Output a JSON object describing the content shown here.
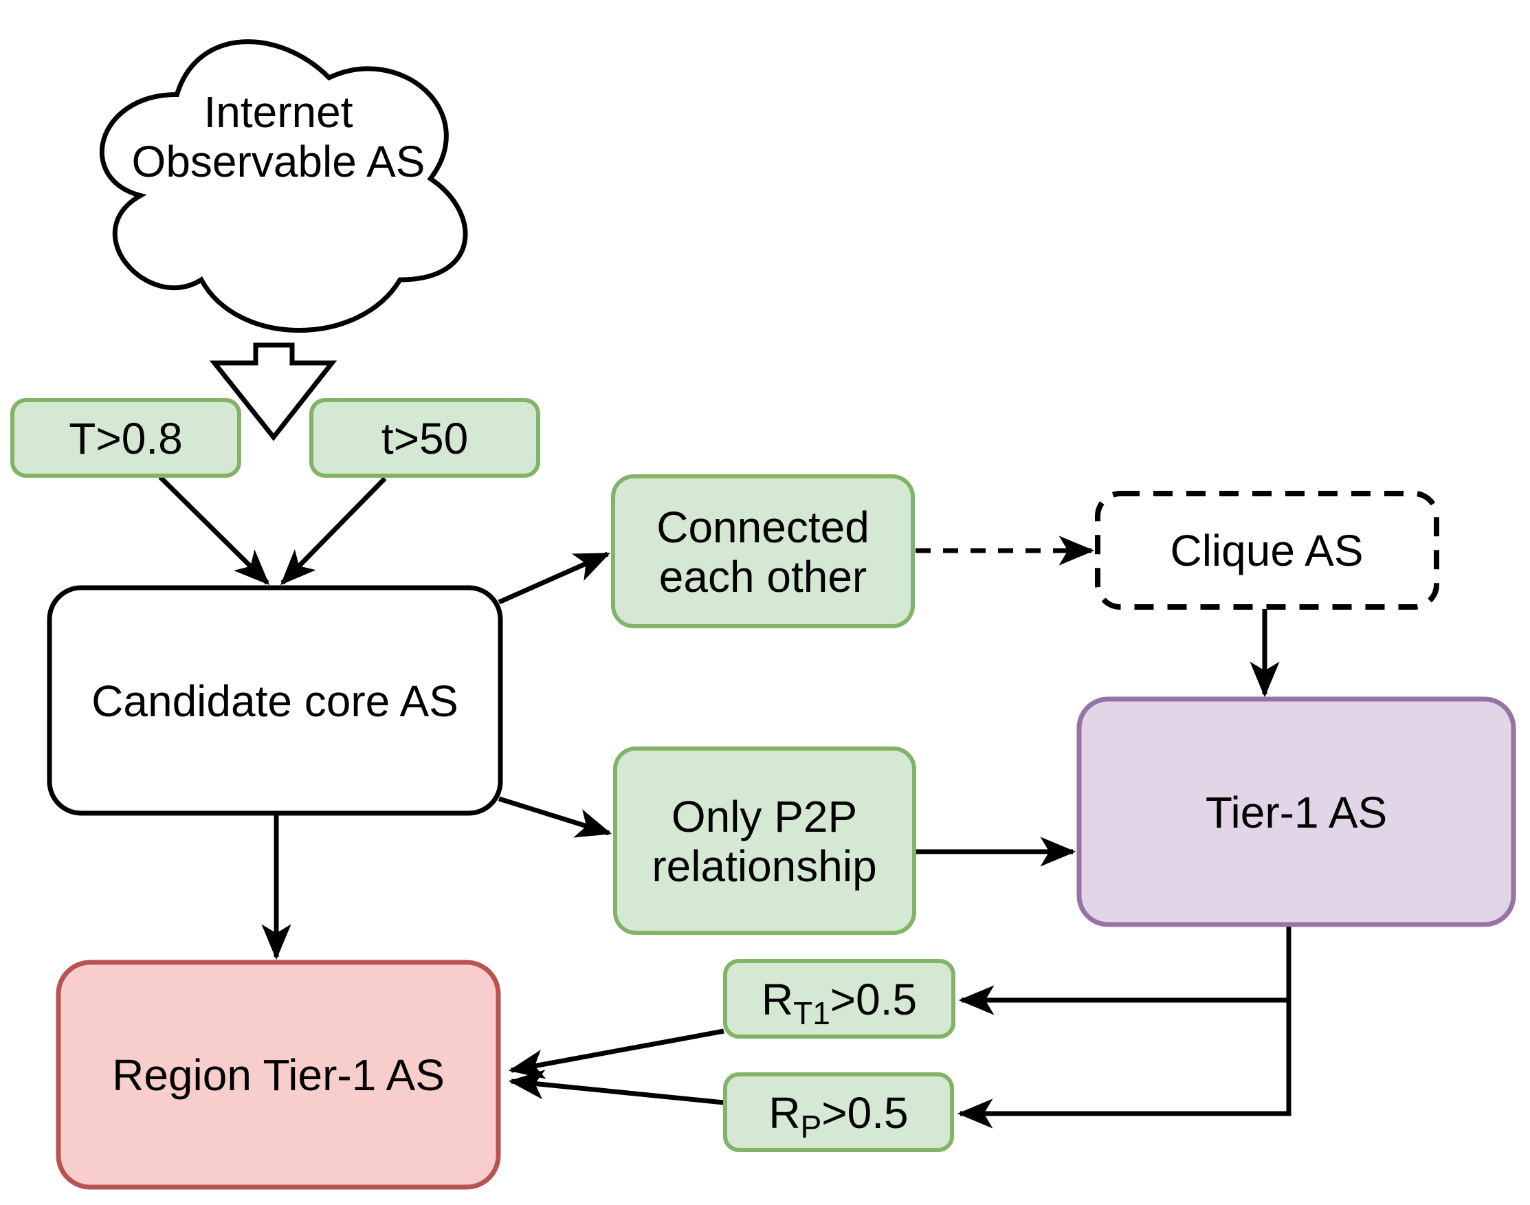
{
  "diagram": {
    "type": "flowchart",
    "background": "#ffffff",
    "colors": {
      "green_fill": "#d5e8d4",
      "green_stroke": "#82b366",
      "purple_fill": "#e1d5e7",
      "purple_stroke": "#9673a6",
      "red_fill": "#f8cecc",
      "red_stroke": "#b85450",
      "node_fill": "#ffffff",
      "line": "#000000"
    },
    "nodes": {
      "cloud": {
        "line1": "Internet",
        "line2": "Observable AS",
        "shape": "cloud"
      },
      "threshold_T": {
        "label": "T>0.8",
        "shape": "rounded-rect-green"
      },
      "threshold_t": {
        "label": "t>50",
        "shape": "rounded-rect-green"
      },
      "candidate": {
        "label": "Candidate core AS",
        "shape": "rounded-rect-white"
      },
      "connected": {
        "line1": "Connected",
        "line2": "each other",
        "shape": "rounded-rect-green"
      },
      "clique": {
        "label": "Clique AS",
        "shape": "rounded-rect-dashed"
      },
      "tier1": {
        "label": "Tier-1 AS",
        "shape": "rounded-rect-purple"
      },
      "p2p": {
        "line1": "Only P2P",
        "line2": "relationship",
        "shape": "rounded-rect-green"
      },
      "region": {
        "label": "Region Tier-1 AS",
        "shape": "rounded-rect-red"
      },
      "rt1": {
        "base": "R",
        "sub": "T1",
        "rest": ">0.5",
        "shape": "rounded-rect-green"
      },
      "rp": {
        "base": "R",
        "sub": "P",
        "rest": ">0.5",
        "shape": "rounded-rect-green"
      }
    },
    "edges": [
      {
        "from": "cloud",
        "to": "candidate",
        "style": "block-arrow"
      },
      {
        "from": "threshold_T",
        "to": "candidate",
        "style": "solid-arrow"
      },
      {
        "from": "threshold_t",
        "to": "candidate",
        "style": "solid-arrow"
      },
      {
        "from": "candidate",
        "to": "connected",
        "style": "solid-arrow"
      },
      {
        "from": "connected",
        "to": "clique",
        "style": "dashed-arrow"
      },
      {
        "from": "clique",
        "to": "tier1",
        "style": "solid-arrow"
      },
      {
        "from": "candidate",
        "to": "p2p",
        "style": "solid-arrow"
      },
      {
        "from": "p2p",
        "to": "tier1",
        "style": "solid-arrow"
      },
      {
        "from": "candidate",
        "to": "region",
        "style": "solid-arrow"
      },
      {
        "from": "tier1",
        "to": "rt1",
        "style": "solid-arrow"
      },
      {
        "from": "tier1",
        "to": "rp",
        "style": "solid-arrow"
      },
      {
        "from": "rt1",
        "to": "region",
        "style": "solid-arrow"
      },
      {
        "from": "rp",
        "to": "region",
        "style": "solid-arrow"
      }
    ]
  }
}
